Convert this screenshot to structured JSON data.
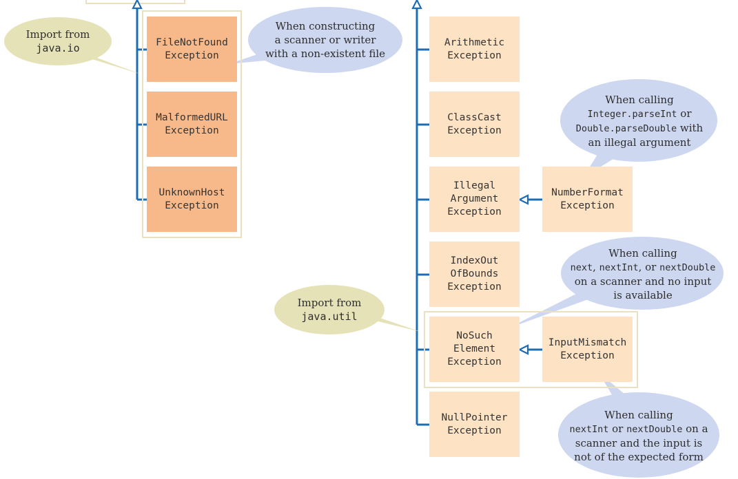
{
  "colors": {
    "io_box": "#f8b98a",
    "runtime_box": "#fde3c4",
    "frame_border": "#eadfc0",
    "arrow_line": "#1e6db3",
    "import_bubble": "#e6e2b8",
    "explain_bubble": "#cdd7f0"
  },
  "io_exceptions": [
    {
      "line1": "FileNotFound",
      "line2": "Exception"
    },
    {
      "line1": "MalformedURL",
      "line2": "Exception"
    },
    {
      "line1": "UnknownHost",
      "line2": "Exception"
    }
  ],
  "runtime_exceptions": [
    {
      "lines": [
        "Arithmetic",
        "Exception"
      ]
    },
    {
      "lines": [
        "ClassCast",
        "Exception"
      ]
    },
    {
      "lines": [
        "Illegal",
        "Argument",
        "Exception"
      ]
    },
    {
      "lines": [
        "IndexOut",
        "OfBounds",
        "Exception"
      ]
    },
    {
      "lines": [
        "NoSuch",
        "Element",
        "Exception"
      ]
    },
    {
      "lines": [
        "NullPointer",
        "Exception"
      ]
    }
  ],
  "subclasses": {
    "number_format": {
      "line1": "NumberFormat",
      "line2": "Exception"
    },
    "input_mismatch": {
      "line1": "InputMismatch",
      "line2": "Exception"
    }
  },
  "callouts": {
    "import_io": {
      "text": "Import from",
      "code": "java.io"
    },
    "import_util": {
      "text": "Import from",
      "code": "java.util"
    },
    "file_not_found": {
      "line1": "When constructing",
      "line2": "a scanner or writer",
      "line3": "with a non-existent file"
    },
    "number_format": {
      "line1": "When calling",
      "line2_code": "Integer.parseInt",
      "line2_text": " or",
      "line3_code": "Double.parseDouble",
      "line3_text": " with",
      "line4": "an illegal argument"
    },
    "no_such_element": {
      "line1": "When calling",
      "line2_code_a": "next",
      "line2_sep_a": ", ",
      "line2_code_b": "nextInt",
      "line2_sep_b": ", or ",
      "line2_code_c": "nextDouble",
      "line3": "on a scanner and no input",
      "line4": "is available"
    },
    "input_mismatch": {
      "line1": "When calling",
      "line2_code_a": "nextInt",
      "line2_sep": " or ",
      "line2_code_b": "nextDouble",
      "line2_text": " on a",
      "line3": "scanner and the input is",
      "line4": "not of the expected form"
    }
  }
}
